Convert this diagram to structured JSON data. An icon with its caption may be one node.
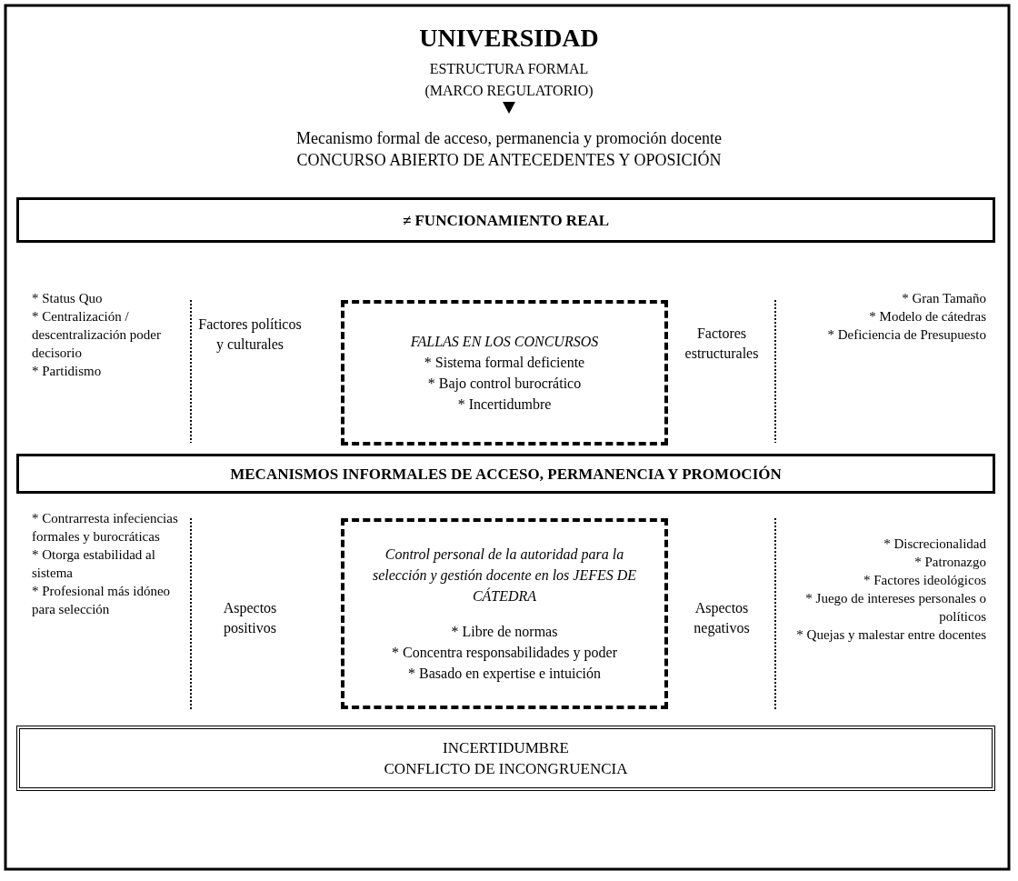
{
  "diagram": {
    "title": "UNIVERSIDAD",
    "nodes": [
      {
        "text": [
          "≠ FUNCIONAMIENTO REAL"
        ]
      },
      {
        "text": [
          "FALLAS EN LOS CONCURSOS",
          "* Sistema formal deficiente",
          "* Bajo control burocrático",
          "* Incertidumbre"
        ]
      },
      {
        "text": [
          "MECANISMOS INFORMALES DE ACCESO, PERMANENCIA Y PROMOCIÓN"
        ]
      },
      {
        "text": [
          "Control personal de la autoridad para la selección y gestión docente en los JEFES DE CÁTEDRA",
          "* Libre de normas",
          "* Concentra responsabilidades y poder",
          "* Basado en expertise e intuición"
        ]
      },
      {
        "text": [
          "INCERTIDUMBRE",
          "CONFLICTO DE INCONGRUENCIA"
        ]
      }
    ],
    "labels": [
      "ESTRUCTURA FORMAL",
      "(MARCO REGULATORIO)",
      "Mecanismo formal de acceso, permanencia y promoción docente",
      "CONCURSO ABIERTO DE ANTECEDENTES Y OPOSICIÓN",
      "* Status Quo",
      "* Centralización / descentralización poder decisorio",
      "* Partidismo",
      "Factores políticos y culturales",
      "Factores estructurales",
      "* Gran Tamaño",
      "* Modelo de cátedras",
      "* Deficiencia de Presupuesto",
      "* Contrarresta infeciencias formales y burocráticas",
      "* Otorga estabilidad al sistema",
      "* Profesional más idóneo para selección",
      "Aspectos positivos",
      "Aspectos negativos",
      "* Discrecionalidad",
      "* Patronazgo",
      "* Factores ideológicos",
      "* Juego de intereses personales o políticos",
      "* Quejas y malestar entre docentes"
    ]
  }
}
